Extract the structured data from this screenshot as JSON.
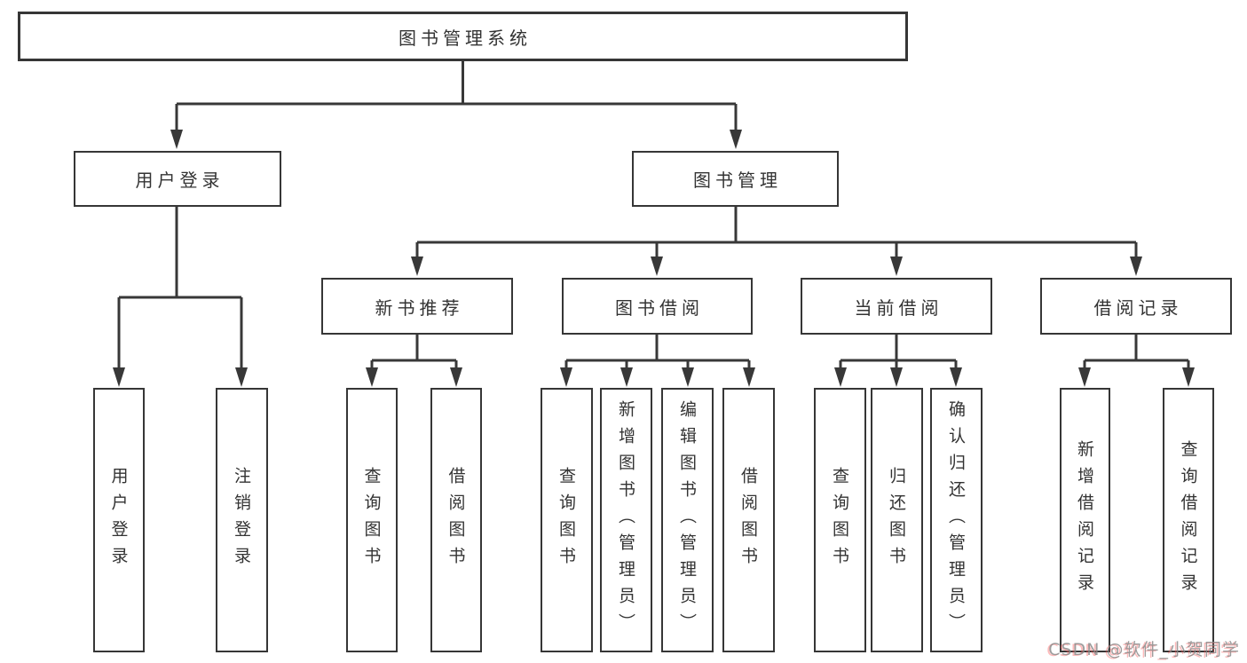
{
  "diagram": {
    "title": "图书管理系统",
    "root": {
      "label": "图书管理系统"
    },
    "level2": [
      {
        "label": "用户登录"
      },
      {
        "label": "图书管理"
      }
    ],
    "level3": [
      {
        "label": "新书推荐"
      },
      {
        "label": "图书借阅"
      },
      {
        "label": "当前借阅"
      },
      {
        "label": "借阅记录"
      }
    ],
    "leaf_groups": [
      {
        "parent": "用户登录",
        "children": [
          "用户登录",
          "注销登录"
        ]
      },
      {
        "parent": "新书推荐",
        "children": [
          "查询图书",
          "借阅图书"
        ]
      },
      {
        "parent": "图书借阅",
        "children": [
          "查询图书",
          "新增图书（管理员）",
          "编辑图书（管理员）",
          "借阅图书"
        ]
      },
      {
        "parent": "当前借阅",
        "children": [
          "查询图书",
          "归还图书",
          "确认归还（管理员）"
        ]
      },
      {
        "parent": "借阅记录",
        "children": [
          "新增借阅记录",
          "查询借阅记录"
        ]
      }
    ]
  },
  "colors": {
    "line": "#383838",
    "border": "#363636",
    "text": "#333333",
    "background": "#ffffff",
    "watermark_gray": "#878787",
    "watermark_red": "#fc5555"
  },
  "watermark": {
    "text": "CSDN @软件_小贺同学"
  }
}
